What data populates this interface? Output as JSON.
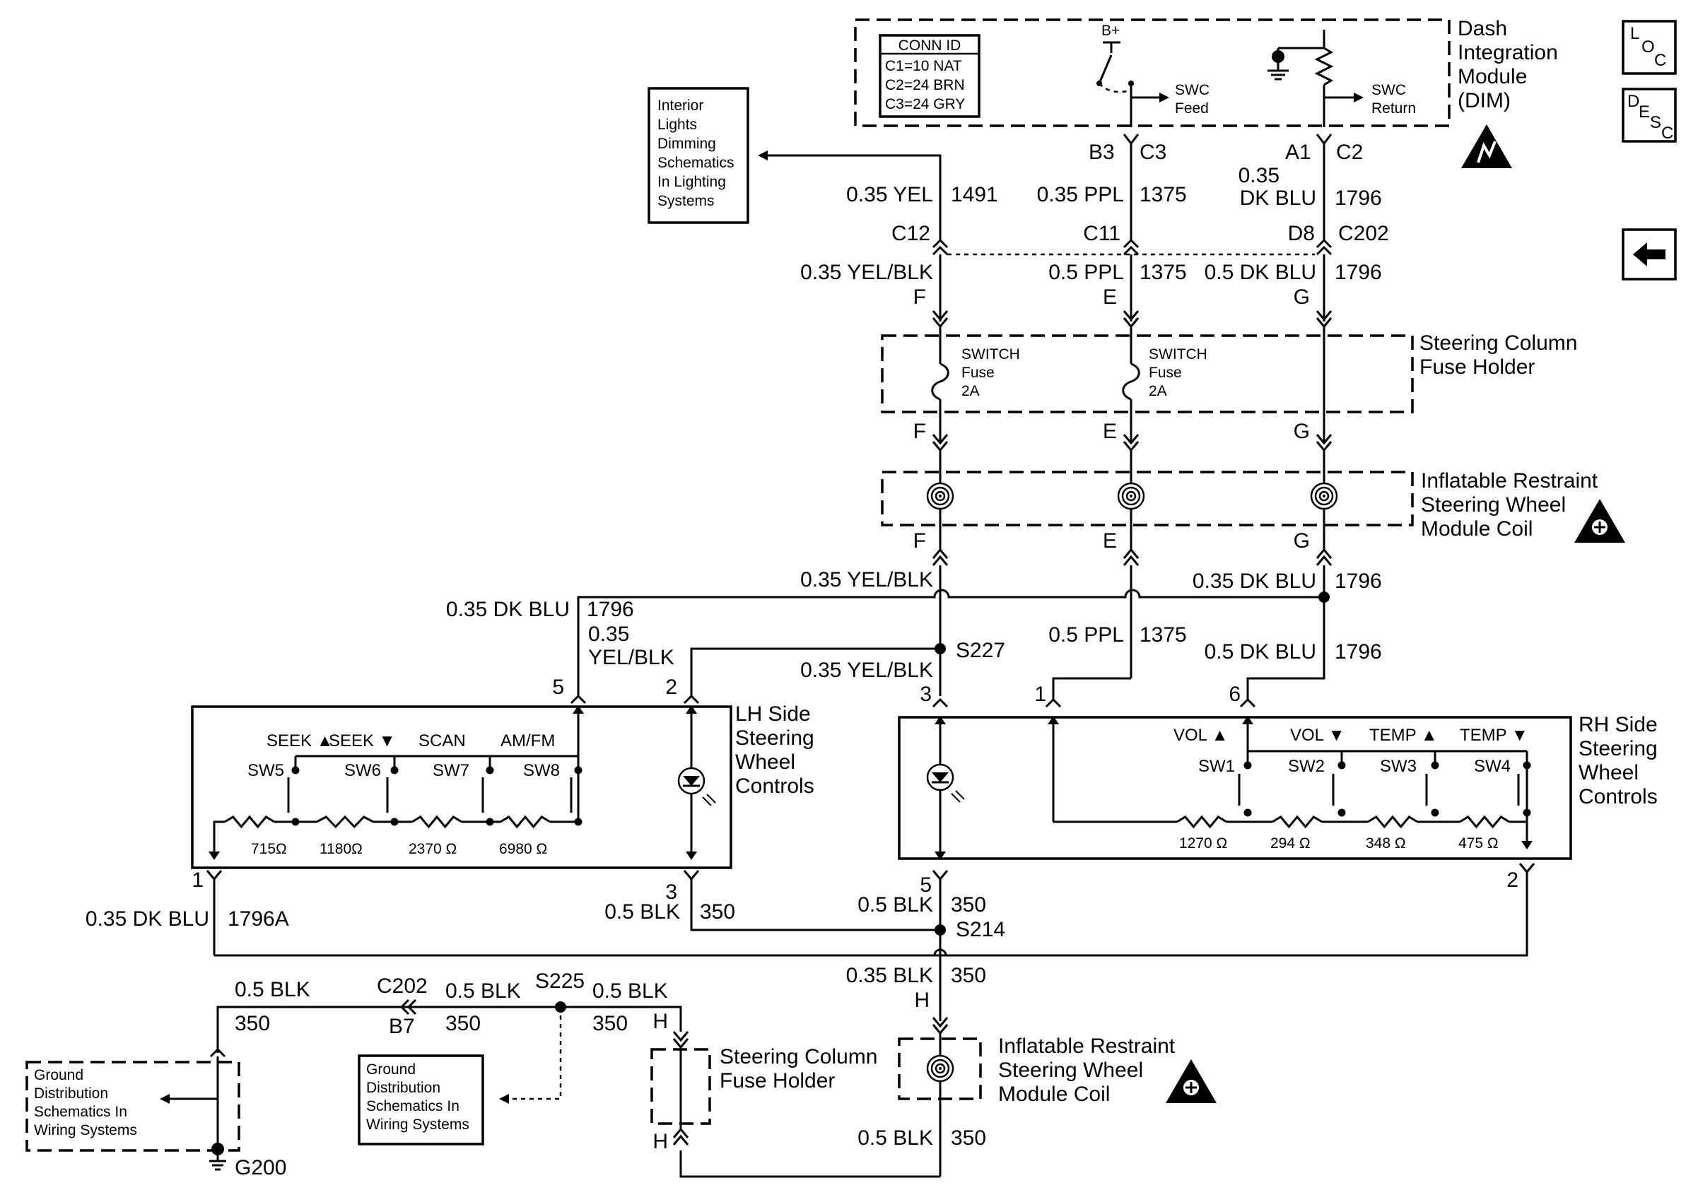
{
  "conn_id": {
    "title": "CONN ID",
    "lines": [
      "C1=10 NAT",
      "C2=24 BRN",
      "C3=24 GRY"
    ]
  },
  "dim": {
    "name_lines": [
      "Dash",
      "Integration",
      "Module",
      "(DIM)"
    ],
    "bplus": "B+",
    "swc_feed": [
      "SWC",
      "Feed"
    ],
    "swc_return": [
      "SWC",
      "Return"
    ]
  },
  "side_icons": {
    "loc": [
      "L",
      "O",
      "C"
    ],
    "desc": [
      "D",
      "E",
      "S",
      "C"
    ],
    "back_arrow": "left-arrow"
  },
  "interior_ref": [
    "Interior",
    "Lights",
    "Dimming",
    "Schematics",
    "In Lighting",
    "Systems"
  ],
  "dim_pins": {
    "b3": "B3",
    "c3": "C3",
    "a1": "A1",
    "c2": "C2"
  },
  "upper_wires": {
    "w1491": {
      "size": "0.35 YEL",
      "circuit": "1491"
    },
    "w1375": {
      "size": "0.35 PPL",
      "circuit": "1375"
    },
    "w1796": {
      "size_l1": "0.35",
      "size_l2": "DK BLU",
      "circuit": "1796"
    }
  },
  "c202": {
    "c12": "C12",
    "c11": "C11",
    "d8": "D8",
    "name": "C202",
    "f": "F",
    "e": "E",
    "g": "G"
  },
  "mid_wires": {
    "a": {
      "size": "0.35 YEL/BLK"
    },
    "b": {
      "size": "0.5 PPL",
      "circuit": "1375"
    },
    "c": {
      "size": "0.5 DK BLU",
      "circuit": "1796"
    }
  },
  "fuse_holder": {
    "name_lines": [
      "Steering Column",
      "Fuse Holder"
    ],
    "fuse1": [
      "SWITCH",
      "Fuse",
      "2A"
    ],
    "fuse2": [
      "SWITCH",
      "Fuse",
      "2A"
    ],
    "pin_f": "F",
    "pin_e": "E",
    "pin_g": "G"
  },
  "coil": {
    "name_lines": [
      "Inflatable Restraint",
      "Steering Wheel",
      "Module Coil"
    ],
    "pin_f": "F",
    "pin_e": "E",
    "pin_g": "G"
  },
  "lower_wires": {
    "yelblk": "0.35 YEL/BLK",
    "dkblu": "0.35 DK BLU",
    "dkblu_c": "1796",
    "left_dkblu": "0.35 DK BLU",
    "left_dkblu_c": "1796",
    "left_yb_l1": "0.35",
    "left_yb_l2": "YEL/BLK",
    "s227": "S227",
    "yelblk2": "0.35 YEL/BLK",
    "ppl": "0.5 PPL",
    "ppl_c": "1375",
    "dkblu2": "0.5 DK BLU",
    "dkblu2_c": "1796"
  },
  "lh_pins": {
    "p5": "5",
    "p2": "2",
    "p1": "1",
    "p3": "3"
  },
  "rh_pins": {
    "p3": "3",
    "p1": "1",
    "p6": "6",
    "p5": "5",
    "p2": "2"
  },
  "lh_controls": {
    "name_lines": [
      "LH Side",
      "Steering",
      "Wheel",
      "Controls"
    ],
    "buttons": [
      "SEEK ▲",
      "SEEK ▼",
      "SCAN",
      "AM/FM"
    ],
    "switches": [
      "SW5",
      "SW6",
      "SW7",
      "SW8"
    ],
    "resistors": [
      "715Ω",
      "1180Ω",
      "2370 Ω",
      "6980 Ω"
    ]
  },
  "rh_controls": {
    "name_lines": [
      "RH Side",
      "Steering",
      "Wheel",
      "Controls"
    ],
    "buttons": [
      "VOL ▲",
      "VOL ▼",
      "TEMP ▲",
      "TEMP ▼"
    ],
    "switches": [
      "SW1",
      "SW2",
      "SW3",
      "SW4"
    ],
    "resistors": [
      "1270 Ω",
      "294 Ω",
      "348 Ω",
      "475 Ω"
    ]
  },
  "ground_wires": {
    "lh_gnd": "0.5 BLK",
    "lh_gnd_c": "350",
    "dkblu_a": "0.35 DK BLU",
    "dkblu_a_c": "1796A",
    "rh_gnd": "0.5 BLK",
    "rh_gnd_c": "350",
    "s214": "S214",
    "main_gnd": "0.35 BLK",
    "main_gnd_c": "350",
    "pin_h": "H",
    "g_a": "0.5 BLK",
    "g_a_c": "350",
    "c202": "C202",
    "b7": "B7",
    "g_b": "0.5 BLK",
    "g_b_c": "350",
    "s225": "S225",
    "g_c": "0.5 BLK",
    "g_c_c": "350",
    "pin_h2": "H",
    "bottom": "0.5 BLK",
    "bottom_c": "350",
    "pin_h3": "H",
    "g200": "G200"
  },
  "lower_fuse_holder": [
    "Steering Column",
    "Fuse Holder"
  ],
  "lower_coil": [
    "Inflatable Restraint",
    "Steering Wheel",
    "Module Coil"
  ],
  "ground_ref_1": [
    "Ground",
    "Distribution",
    "Schematics In",
    "Wiring Systems"
  ],
  "ground_ref_2": [
    "Ground",
    "Distribution",
    "Schematics In",
    "Wiring Systems"
  ]
}
